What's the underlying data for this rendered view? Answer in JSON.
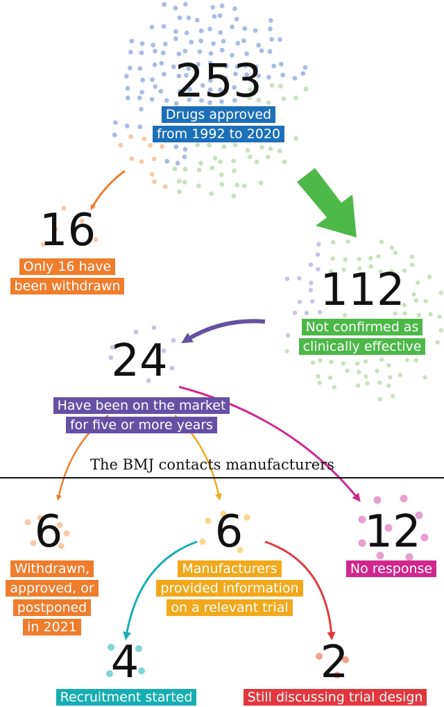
{
  "colors": {
    "blue_dots": "#a8bde3",
    "green": "#4db848",
    "green_dots": "#c8e2bd",
    "orange": "#ef7d2c",
    "orange_dots": "#f8c9a8",
    "blue_label": "#1d6fb8",
    "purple": "#6650a4",
    "purple_dots": "#c9c2e4",
    "magenta": "#d0278e",
    "magenta_dots": "#e7a0ce",
    "yellow": "#f2a81c",
    "teal": "#17aeb3",
    "red": "#e2373d",
    "salmon_dots": "#f2a28f"
  },
  "nodes": {
    "approved": {
      "value": "253",
      "label_lines": [
        "Drugs approved",
        "from 1992 to 2020"
      ]
    },
    "withdrawn": {
      "value": "16",
      "label_lines": [
        "Only 16 have",
        "been withdrawn"
      ]
    },
    "not_confirmed": {
      "value": "112",
      "label_lines": [
        "Not confirmed as",
        "clinically effective"
      ]
    },
    "on_market": {
      "value": "24",
      "label_lines": [
        "Have been on the market",
        "for five or more years"
      ]
    },
    "withdrawn_approved": {
      "value": "6",
      "label_lines": [
        "Withdrawn,",
        "approved, or",
        "postponed",
        "in 2021"
      ]
    },
    "manufacturers_info": {
      "value": "6",
      "label_lines": [
        "Manufacturers",
        "provided information",
        "on a relevant trial"
      ]
    },
    "no_response": {
      "value": "12",
      "label_lines": [
        "No response"
      ]
    },
    "recruitment": {
      "value": "4",
      "label_lines": [
        "Recruitment started"
      ]
    },
    "discussing": {
      "value": "2",
      "label_lines": [
        "Still discussing trial design"
      ]
    }
  },
  "divider_text": "The BMJ contacts manufacturers"
}
